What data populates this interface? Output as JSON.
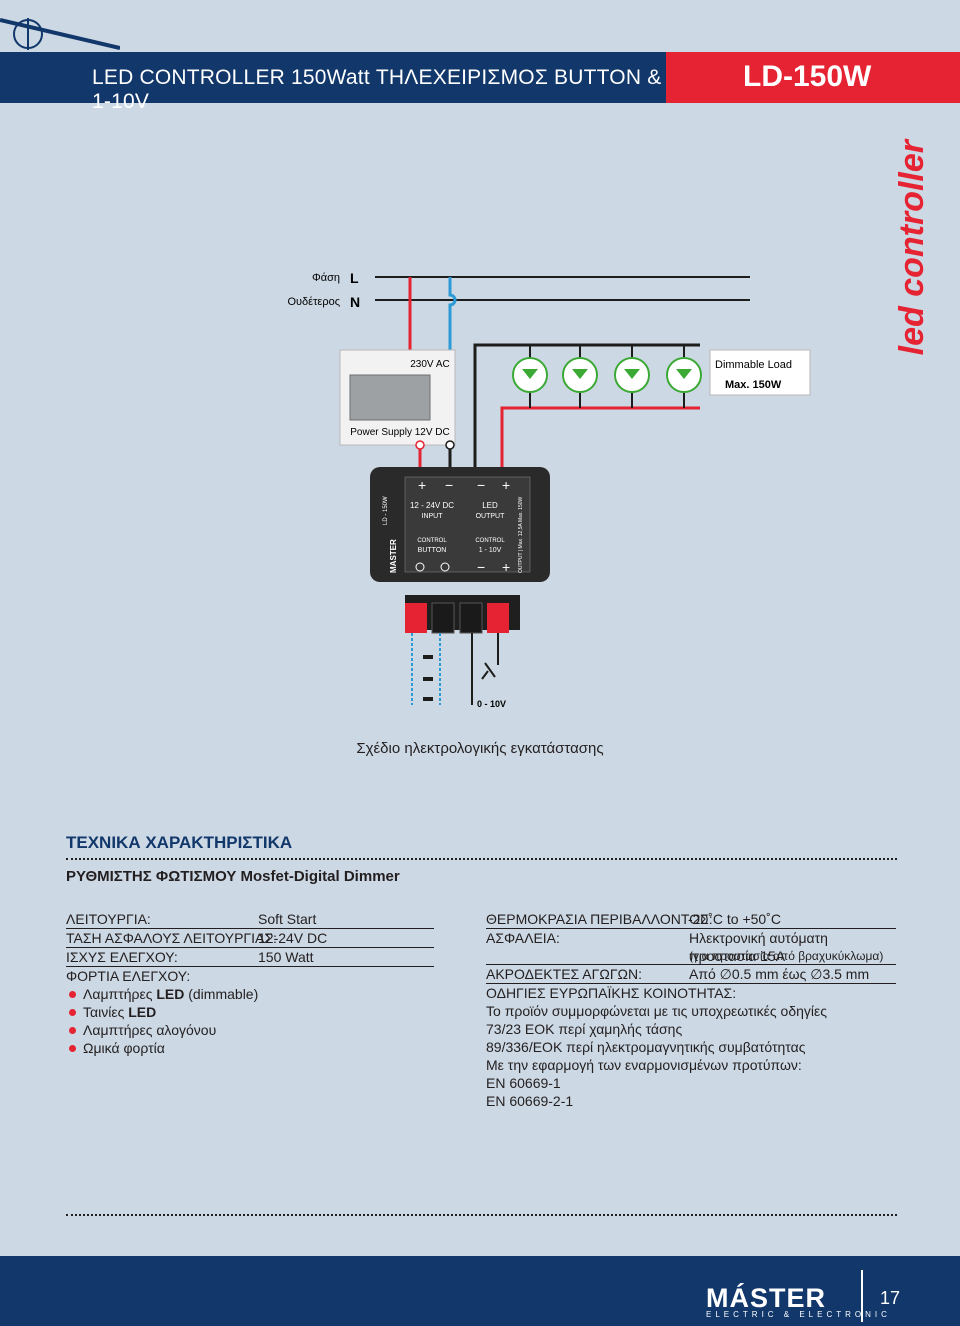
{
  "header": {
    "title": "LED CONTROLLER 150Watt ΤΗΛΕΧΕΙΡΙΣΜΟΣ BUTTON & 1-10V",
    "model": "LD-150W"
  },
  "side_text": "led controller",
  "diagram": {
    "phase_label": "Φάση",
    "phase_letter": "L",
    "neutral_label": "Ουδέτερος",
    "neutral_letter": "N",
    "ac_label": "230V AC",
    "load_label": "Dimmable Load",
    "max_label": "Max. 150W",
    "psu_label": "Power Supply 12V DC",
    "dev_plus": "+",
    "dev_minus": "−",
    "input_title": "12 - 24V DC",
    "input_sub": "INPUT",
    "output_title": "LED",
    "output_sub": "OUTPUT",
    "control1": "CONTROL",
    "control1_sub": "BUTTON",
    "control2": "CONTROL",
    "control2_sub": "1 - 10V",
    "brand_vertical": "MASTER",
    "model_vertical": "LD - 150W",
    "output_vertical": "OUTPUT | Max. 12,5A Max. 150W",
    "dimmer_label": "0 - 10V"
  },
  "caption": "Σχέδιο ηλεκτρολογικής εγκατάστασης",
  "specs": {
    "section_title": "ΤΕΧΝΙΚΑ ΧΑΡΑΚΤΗΡΙΣΤΙΚΑ",
    "subtitle": "ΡΥΘΜΙΣΤΗΣ ΦΩΤΙΣΜΟΥ Mosfet-Digital Dimmer",
    "left": {
      "function_label": "ΛΕΙΤΟΥΡΓΙΑ:",
      "function_value": "Soft Start",
      "voltage_label": "ΤΑΣΗ ΑΣΦΑΛΟΥΣ ΛΕΙΤΟΥΡΓΙΑΣ:",
      "voltage_value": "12-24V DC",
      "power_label": "ΙΣΧΥΣ ΕΛΕΓΧΟΥ:",
      "power_value": "150 Watt",
      "loads_label": "ΦΟΡΤΙΑ ΕΛΕΓΧΟΥ:",
      "loads": [
        {
          "pre": "Λαμπτήρες ",
          "bold": "LED",
          "post": " (dimmable)"
        },
        {
          "pre": "Ταινίες ",
          "bold": "LED",
          "post": ""
        },
        {
          "pre": "Λαμπτήρες αλογόνου",
          "bold": "",
          "post": ""
        },
        {
          "pre": "Ωμικά φορτία",
          "bold": "",
          "post": ""
        }
      ]
    },
    "right": {
      "temp_label": "ΘΕΡΜΟΚΡΑΣΙΑ ΠΕΡΙΒΑΛΛΟΝΤΟΣ:",
      "temp_value": "-20˚C to +50˚C",
      "fuse_label": "ΑΣΦΑΛΕΙΑ:",
      "fuse_value": "Ηλεκτρονική αυτόματη προστασία 15A",
      "fuse_note": "(για προστασία από βραχυκύκλωμα)",
      "terminals_label": "ΑΚΡΟΔΕΚΤΕΣ ΑΓΩΓΩΝ:",
      "terminals_value": "Από ∅0.5 mm έως ∅3.5 mm",
      "eu_label": "ΟΔΗΓΙΕΣ ΕΥΡΩΠΑΪΚΗΣ ΚΟΙΝΟΤΗΤΑΣ:",
      "eu_lines": [
        "Το προϊόν συμμορφώνεται με τις υποχρεωτικές οδηγίες",
        "73/23 ΕΟΚ περί χαμηλής τάσης",
        "89/336/ΕΟΚ περί ηλεκτρομαγνητικής συμβατότητας",
        "Με την εφαρμογή των εναρμονισμένων προτύπων:",
        "EN 60669-1",
        "EN 60669-2-1"
      ]
    }
  },
  "footer": {
    "logo": "MÁSTER",
    "logo_sub": "ELECTRIC & ELECTRONIC",
    "page": "17"
  }
}
